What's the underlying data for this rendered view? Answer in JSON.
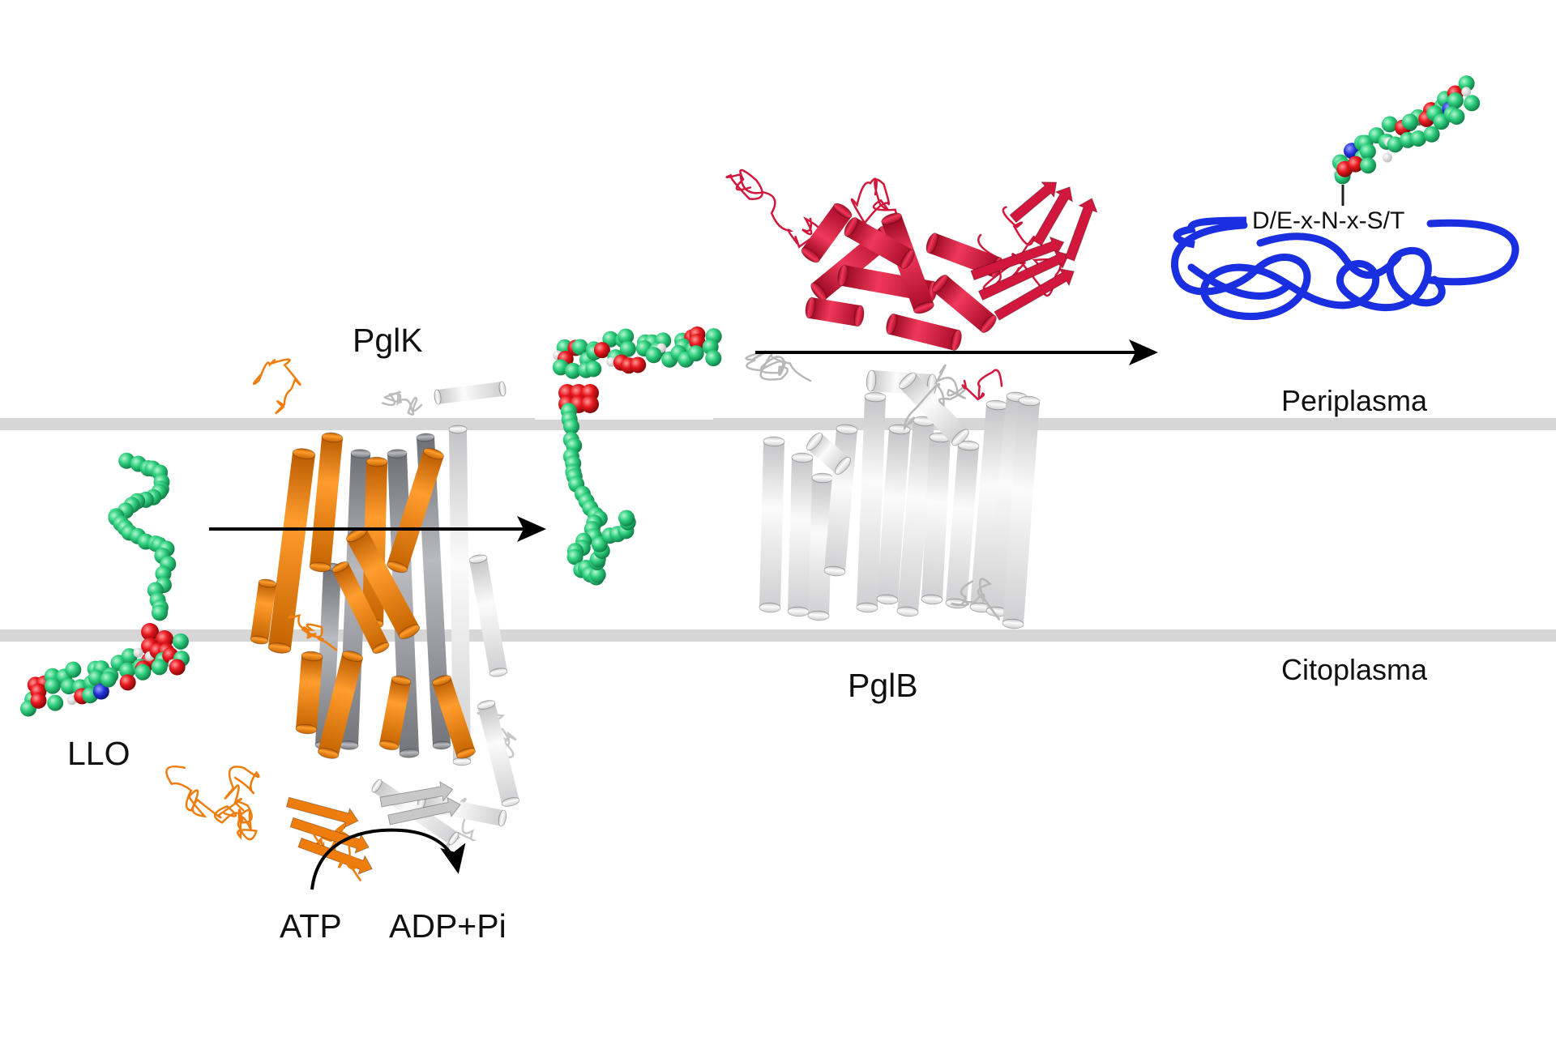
{
  "labels": {
    "pglk": "PglK",
    "pglb": "PglB",
    "llo": "LLO",
    "atp": "ATP",
    "adp": "ADP+Pi",
    "periplasma": "Periplasma",
    "citoplasma": "Citoplasma",
    "sequon": "D/E-x-N-x-S/T"
  },
  "colors": {
    "membrane": "#d6d6d6",
    "pglk_chain_a": "#ee7d0e",
    "pglk_chain_b": "#9a9ca2",
    "pglb_tm": "#e6e6e8",
    "pglb_periplasmic": "#d2173c",
    "lipid_carbon": "#2fd07f",
    "oxygen": "#e8191f",
    "nitrogen": "#2330d8",
    "hydrogen": "#f4f4f4",
    "peptide": "#1a2fe0",
    "arrow": "#000000",
    "arrow_glow": "#9a9cf2"
  },
  "icons": [
    "llo-molecule-icon",
    "pglk-protein-icon",
    "flipped-llo-icon",
    "pglb-protein-icon",
    "glycopeptide-icon"
  ]
}
